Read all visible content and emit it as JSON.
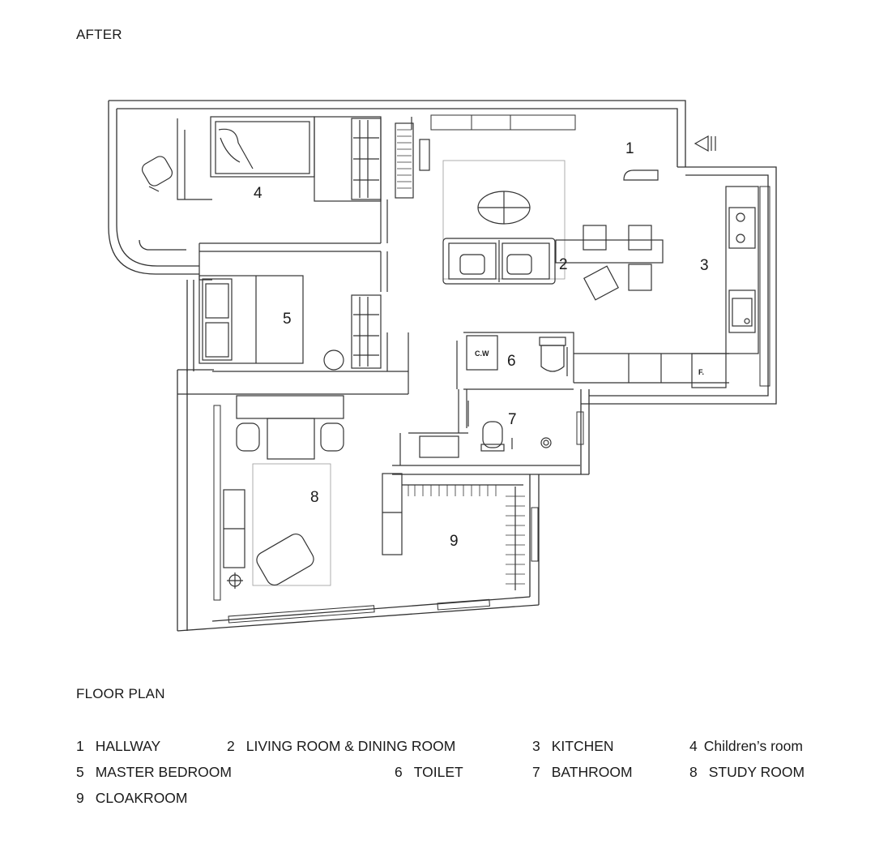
{
  "header": {
    "title": "AFTER"
  },
  "plan": {
    "room_tags": [
      "1",
      "2",
      "3",
      "4",
      "5",
      "6",
      "7",
      "8",
      "9"
    ],
    "fixture_labels": {
      "washer": "C.W",
      "fridge": "F."
    }
  },
  "legend": {
    "title": "FLOOR PLAN",
    "items": [
      {
        "num": "1",
        "label": "HALLWAY"
      },
      {
        "num": "2",
        "label": "LIVING ROOM & DINING ROOM"
      },
      {
        "num": "3",
        "label": "KITCHEN"
      },
      {
        "num": "4",
        "label": "Children’s room"
      },
      {
        "num": "5",
        "label": "MASTER BEDROOM"
      },
      {
        "num": "6",
        "label": "TOILET"
      },
      {
        "num": "7",
        "label": "BATHROOM"
      },
      {
        "num": "8",
        "label": "STUDY ROOM"
      },
      {
        "num": "9",
        "label": "CLOAKROOM"
      }
    ]
  }
}
